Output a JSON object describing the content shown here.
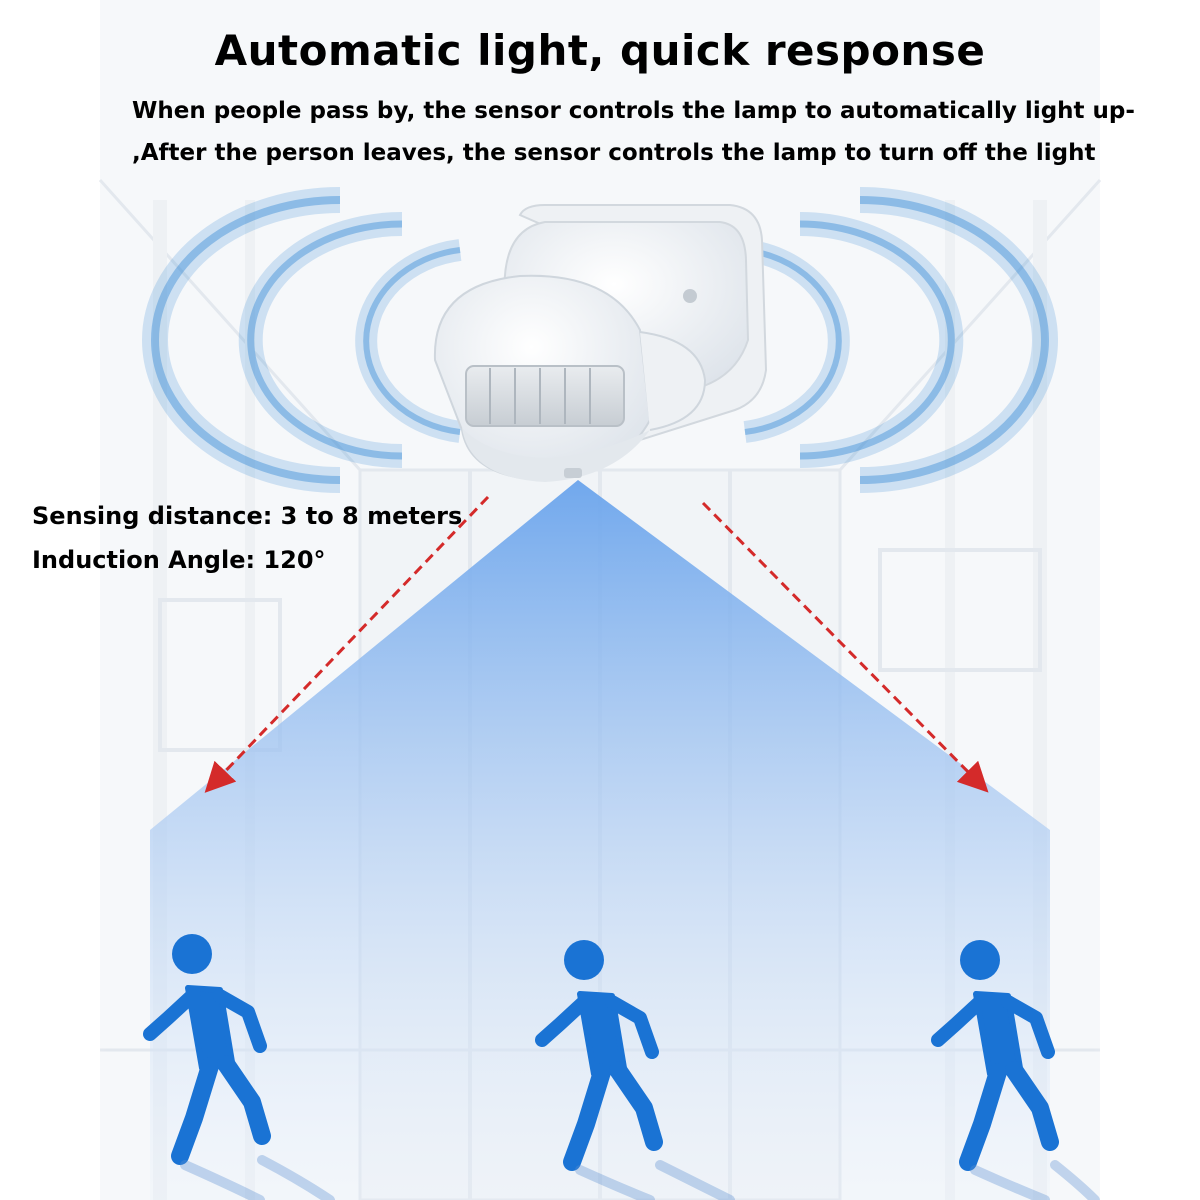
{
  "header": {
    "title": "Automatic light, quick response",
    "description_line1": "When people pass by, the sensor controls the lamp to automatically light up-",
    "description_line2": ",After the person leaves, the sensor controls the lamp to turn off the light"
  },
  "specs": {
    "sensing_distance": "Sensing distance: 3 to 8 meters",
    "induction_angle": "Induction Angle: 120°"
  },
  "colors": {
    "wave_blue": "#3d8fd6",
    "beam_blue": "#7fb1ee",
    "arrow_red": "#d42a2a",
    "figure_blue": "#1a73d4",
    "sensor_body": "#f4f6f8"
  },
  "icons": [
    "motion-sensor-icon",
    "signal-wave-icon",
    "arrow-icon",
    "walking-person-icon"
  ]
}
